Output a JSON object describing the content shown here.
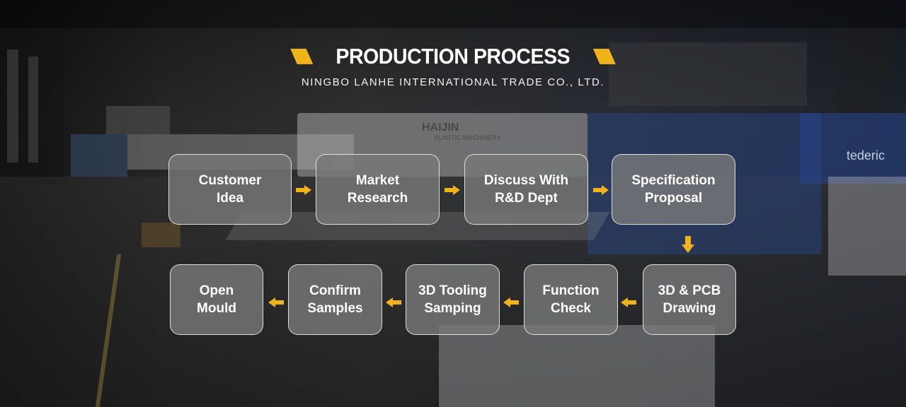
{
  "header": {
    "title": "PRODUCTION PROCESS",
    "subtitle": "NINGBO LANHE INTERNATIONAL TRADE CO., LTD."
  },
  "steps": [
    {
      "label": "Customer\nIdea"
    },
    {
      "label": "Market\nResearch"
    },
    {
      "label": "Discuss With\nR&D Dept"
    },
    {
      "label": "Specification\nProposal"
    },
    {
      "label": "3D & PCB\nDrawing"
    },
    {
      "label": "Function\nCheck"
    },
    {
      "label": "3D Tooling\nSamping"
    },
    {
      "label": "Confirm\nSamples"
    },
    {
      "label": "Open\nMould"
    }
  ],
  "background": {
    "machine_labels": [
      "HAIJIN",
      "PLASTIC MACHINERY",
      "tederic"
    ]
  },
  "colors": {
    "accent": "#f0b41a",
    "box_fill": "#787878",
    "box_border": "#ebebeb",
    "text": "#ffffff"
  }
}
